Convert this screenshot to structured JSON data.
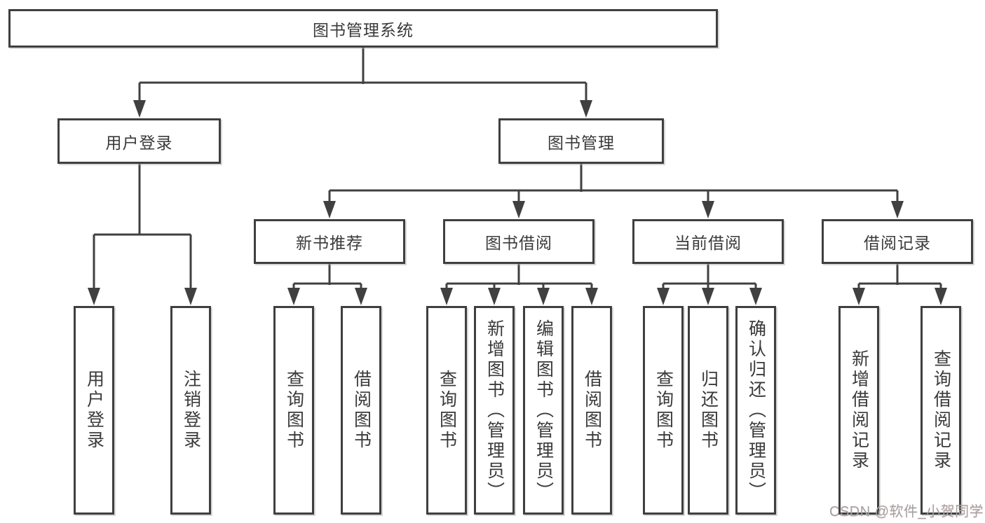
{
  "diagram": {
    "title": "图书管理系统",
    "branches": [
      {
        "label": "用户登录",
        "children": [
          "用户登录",
          "注销登录"
        ]
      },
      {
        "label": "图书管理",
        "modules": [
          {
            "label": "新书推荐",
            "children": [
              "查询图书",
              "借阅图书"
            ]
          },
          {
            "label": "图书借阅",
            "children": [
              "查询图书",
              "新增图书（管理员）",
              "编辑图书（管理员）",
              "借阅图书"
            ]
          },
          {
            "label": "当前借阅",
            "children": [
              "查询图书",
              "归还图书",
              "确认归还（管理员）"
            ]
          },
          {
            "label": "借阅记录",
            "children": [
              "新增借阅记录",
              "查询借阅记录"
            ]
          }
        ]
      }
    ]
  },
  "watermark": {
    "text": "CSDN @软件_小贺同学"
  },
  "colors": {
    "line": "#404040",
    "box_border": "#3f3f3f",
    "text": "#3a3a3a",
    "box_background": "#ffffff",
    "page_background": "#ffffff",
    "watermark": "#a5a2a2"
  }
}
